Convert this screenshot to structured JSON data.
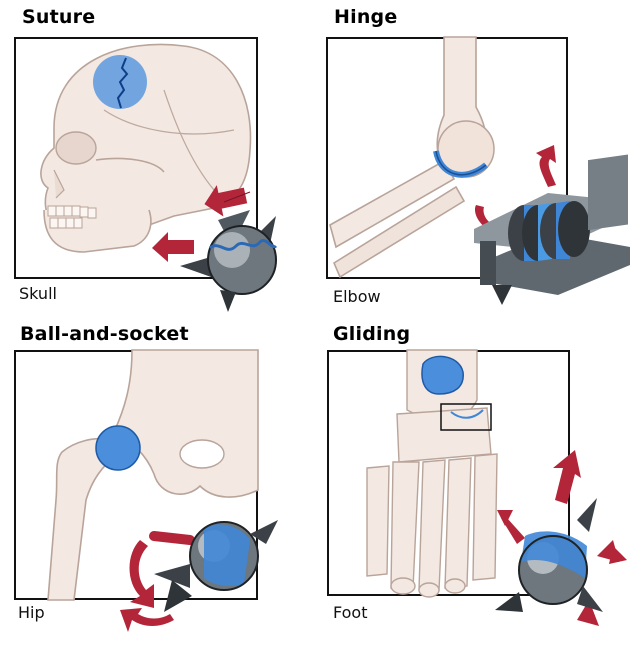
{
  "panels": [
    {
      "title": "Suture",
      "caption": "Skull",
      "art": "skull-suture-joint"
    },
    {
      "title": "Hinge",
      "caption": "Elbow",
      "art": "elbow-hinge-joint"
    },
    {
      "title": "Ball-and-socket",
      "caption": "Hip",
      "art": "hip-ball-socket-joint"
    },
    {
      "title": "Gliding",
      "caption": "Foot",
      "art": "foot-gliding-joint"
    }
  ],
  "colors": {
    "bone": "#f2e6df",
    "bone_outline": "#b9a49a",
    "joint_blue": "#3f86d6",
    "arrow_red": "#b3263a",
    "metal_dark": "#2f3438",
    "metal_mid": "#7d868d",
    "metal_light": "#d5dadd",
    "frame": "#111111"
  }
}
